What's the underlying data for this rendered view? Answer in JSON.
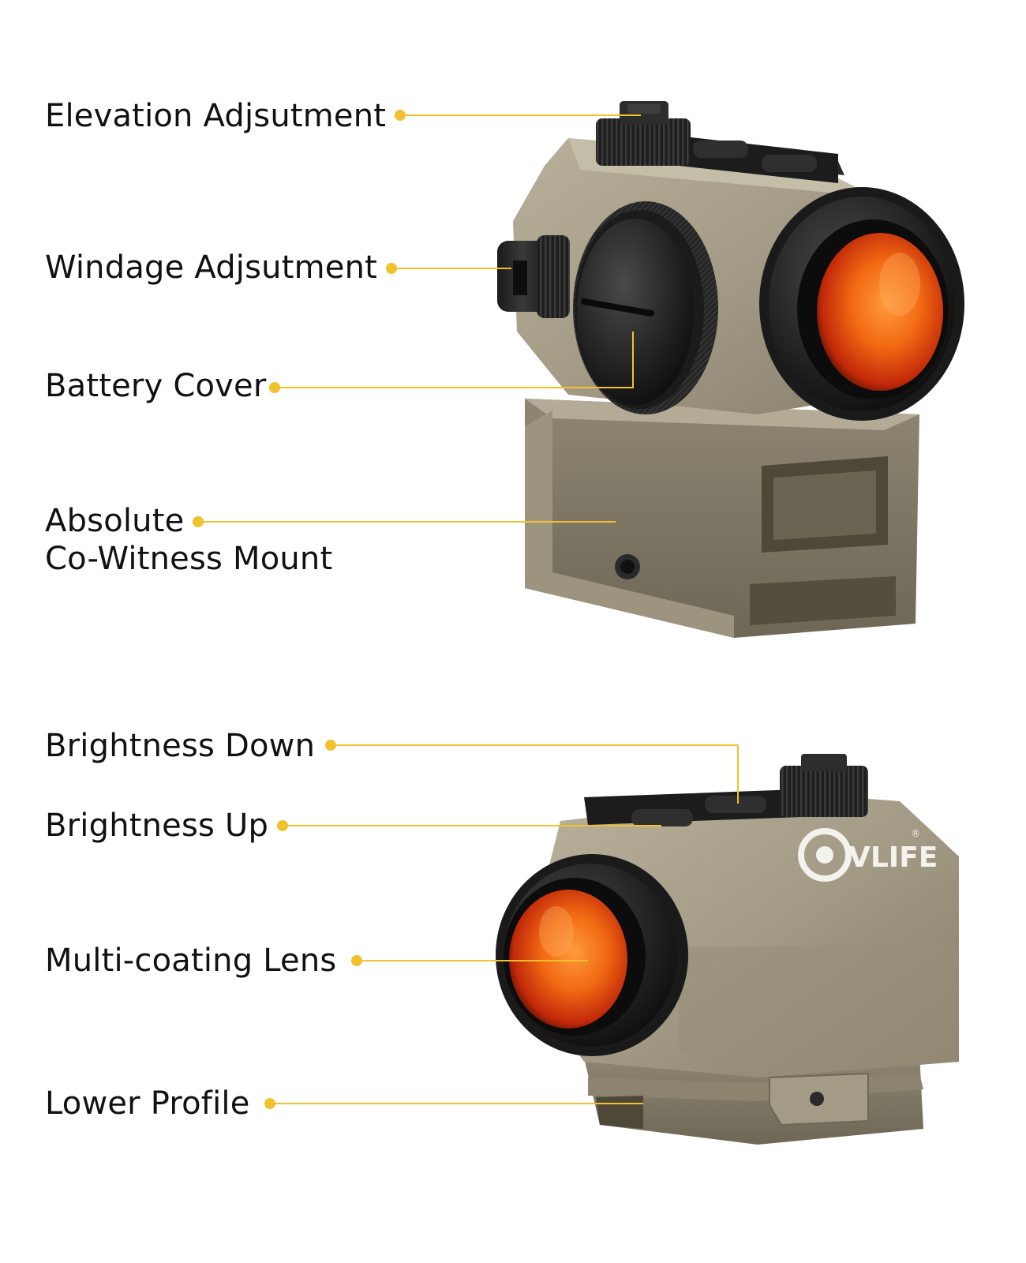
{
  "labels": {
    "elevation": "Elevation Adjsutment",
    "windage": "Windage Adjsutment",
    "battery": "Battery Cover",
    "mount_line1": "Absolute",
    "mount_line2": "Co-Witness Mount",
    "brightness_down": "Brightness Down",
    "brightness_up": "Brightness Up",
    "lens": "Multi-coating Lens",
    "profile": "Lower Profile"
  },
  "brand": {
    "logo_text": "VLIFE",
    "registered_mark": "®"
  },
  "colors": {
    "callout": "#F2C12E",
    "body_tan": "#A39B86",
    "body_dark": "#6E6756",
    "rubber": "#1E1E1E",
    "lens_orange": "#F26A12",
    "lens_red": "#C2290A",
    "text": "#111111"
  }
}
